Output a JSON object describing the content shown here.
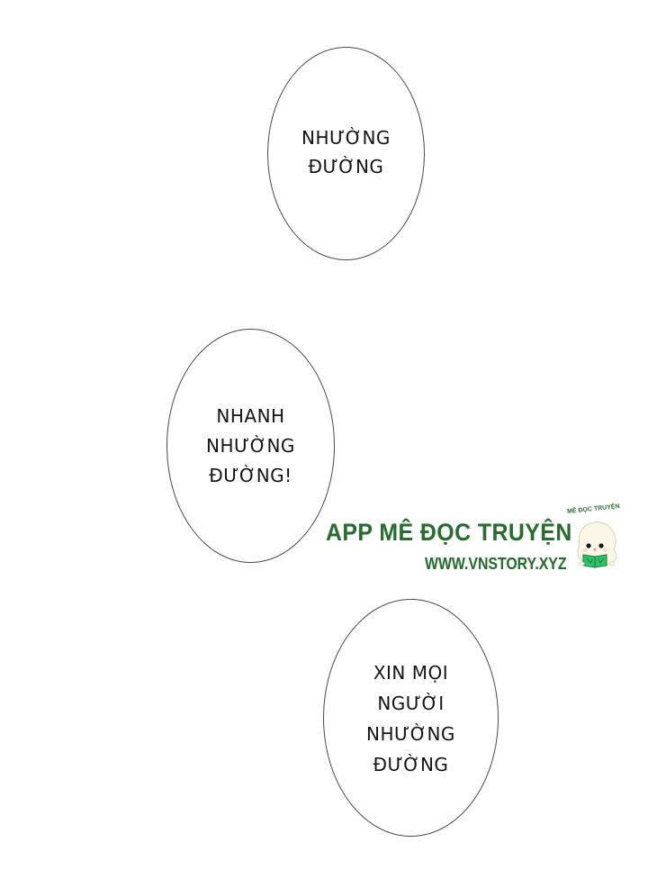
{
  "bubbles": [
    {
      "lines": [
        "NHƯỜNG",
        "ĐƯỜNG"
      ]
    },
    {
      "lines": [
        "NHANH",
        "NHƯỜNG",
        "ĐƯỜNG!"
      ]
    },
    {
      "lines": [
        "XIN MỌI",
        "NGƯỜI",
        "NHƯỜNG",
        "ĐƯỜNG"
      ]
    }
  ],
  "watermark": {
    "title": "APP MÊ ĐỌC TRUYỆN",
    "url": "WWW.VNSTORY.XYZ",
    "mascot_caption": "MÊ ĐỌC TRUYỆN",
    "mascot_icon": "book-reading-mascot-icon",
    "color": "#2c6a35"
  }
}
